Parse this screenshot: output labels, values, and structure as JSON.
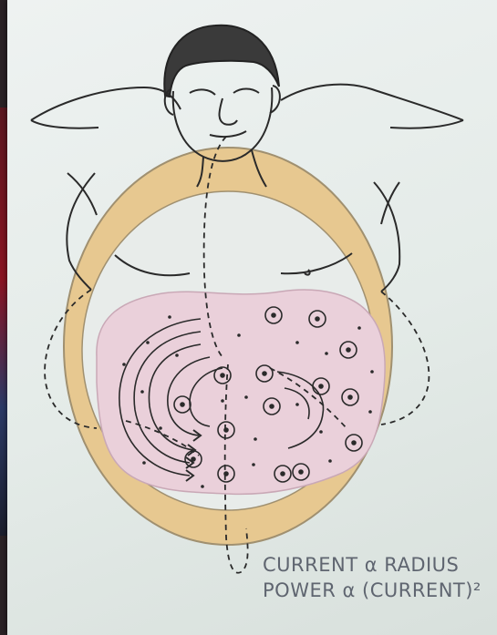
{
  "caption": {
    "line1": "CURRENT α RADIUS",
    "line2": "POWER α (CURRENT)²"
  },
  "colors": {
    "slide_background": "#e6ece9",
    "coil_ring": "#e7c890",
    "heated_region": "#ead0da",
    "ink": "#2a2a2a",
    "caption_text": "#5f6570"
  },
  "icons": {
    "eddy_current": "circle-with-dot",
    "induction_coil": "ring",
    "current_path": "dashed-loop"
  }
}
